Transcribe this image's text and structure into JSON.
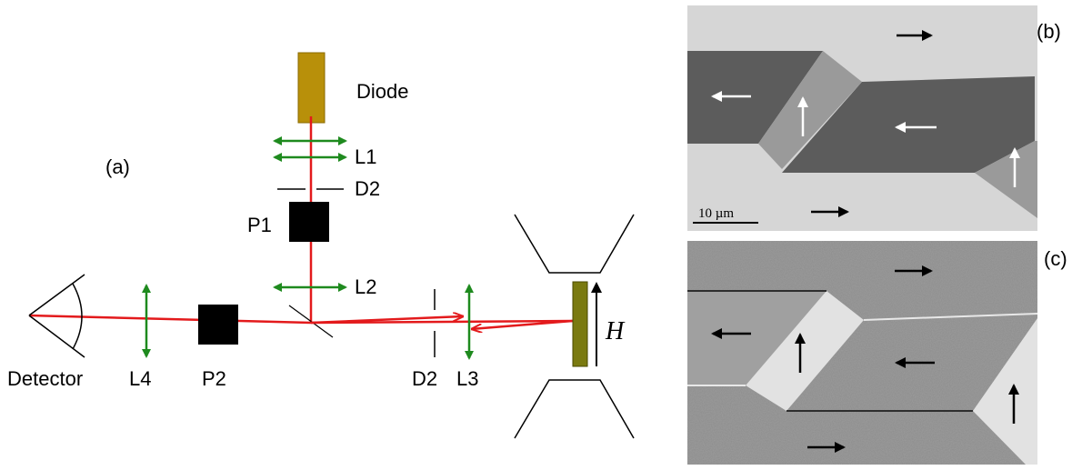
{
  "panel_a": {
    "label": "(a)",
    "diode": "Diode",
    "lens_1": "L1",
    "lens_2": "L2",
    "lens_3": "L3",
    "lens_4": "L4",
    "diaphragm_top": "D2",
    "diaphragm_bottom": "D2",
    "polarizer_1": "P1",
    "polarizer_2": "P2",
    "detector": "Detector",
    "field": "H"
  },
  "panel_b": {
    "label": "(b)",
    "scale_bar": "10 µm"
  },
  "panel_c": {
    "label": "(c)"
  },
  "colors": {
    "beam": "#e31a1c",
    "lens": "#1e8a1e",
    "diode": "#b8900a",
    "sample": "#7a7a10",
    "dark_domain": "#5c5c5c",
    "light_bg_b": "#d6d6d6",
    "bg_c": "#8c8c8c",
    "light_domain_c": "#e2e2e2"
  }
}
